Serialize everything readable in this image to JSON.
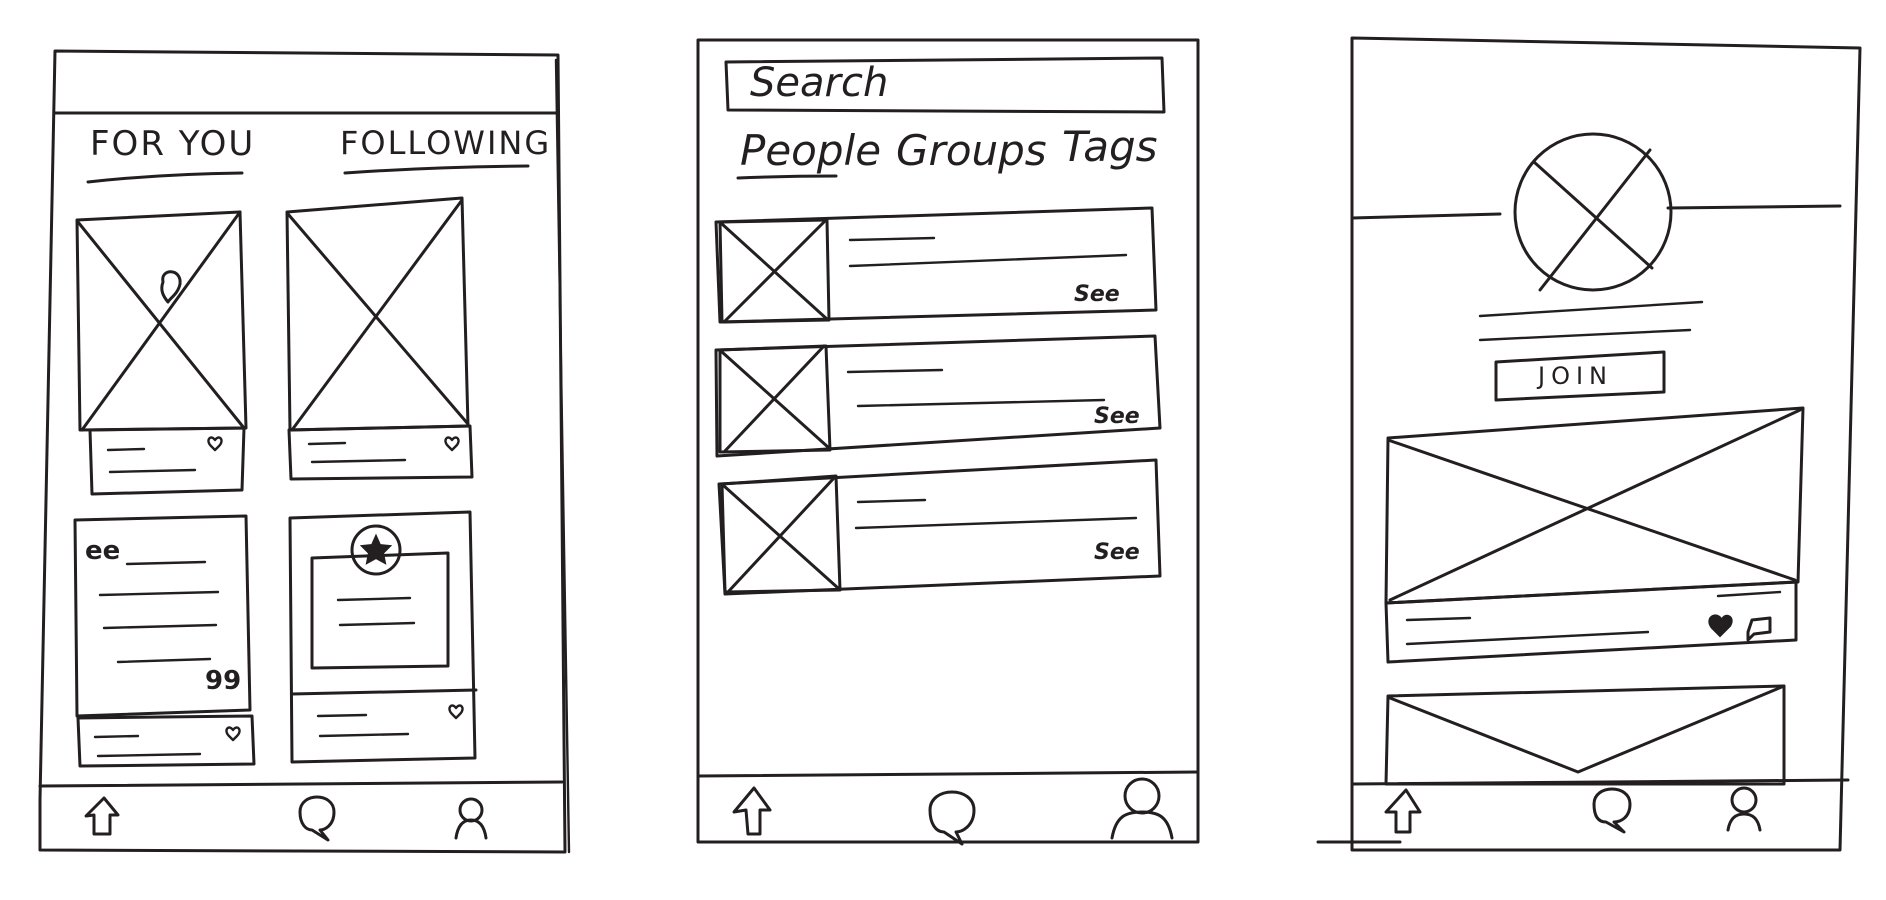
{
  "screens": {
    "feed": {
      "tabs": [
        {
          "label": "FOR YOU"
        },
        {
          "label": "FOLLOWING"
        }
      ],
      "quote": {
        "open": "ee",
        "close": "99"
      },
      "nav": [
        "home-icon",
        "search-icon",
        "profile-icon"
      ]
    },
    "search": {
      "search": {
        "value": "Search"
      },
      "tabs": [
        {
          "label": "People"
        },
        {
          "label": "Groups"
        },
        {
          "label": "Tags"
        }
      ],
      "results": [
        {
          "action": "See"
        },
        {
          "action": "See"
        },
        {
          "action": "See"
        }
      ],
      "nav": [
        "home-icon",
        "search-icon",
        "profile-icon"
      ]
    },
    "group": {
      "join_label": "JOIN",
      "nav": [
        "home-icon",
        "search-icon",
        "profile-icon"
      ]
    }
  },
  "colors": {
    "ink": "#231f20",
    "paper": "#ffffff"
  }
}
